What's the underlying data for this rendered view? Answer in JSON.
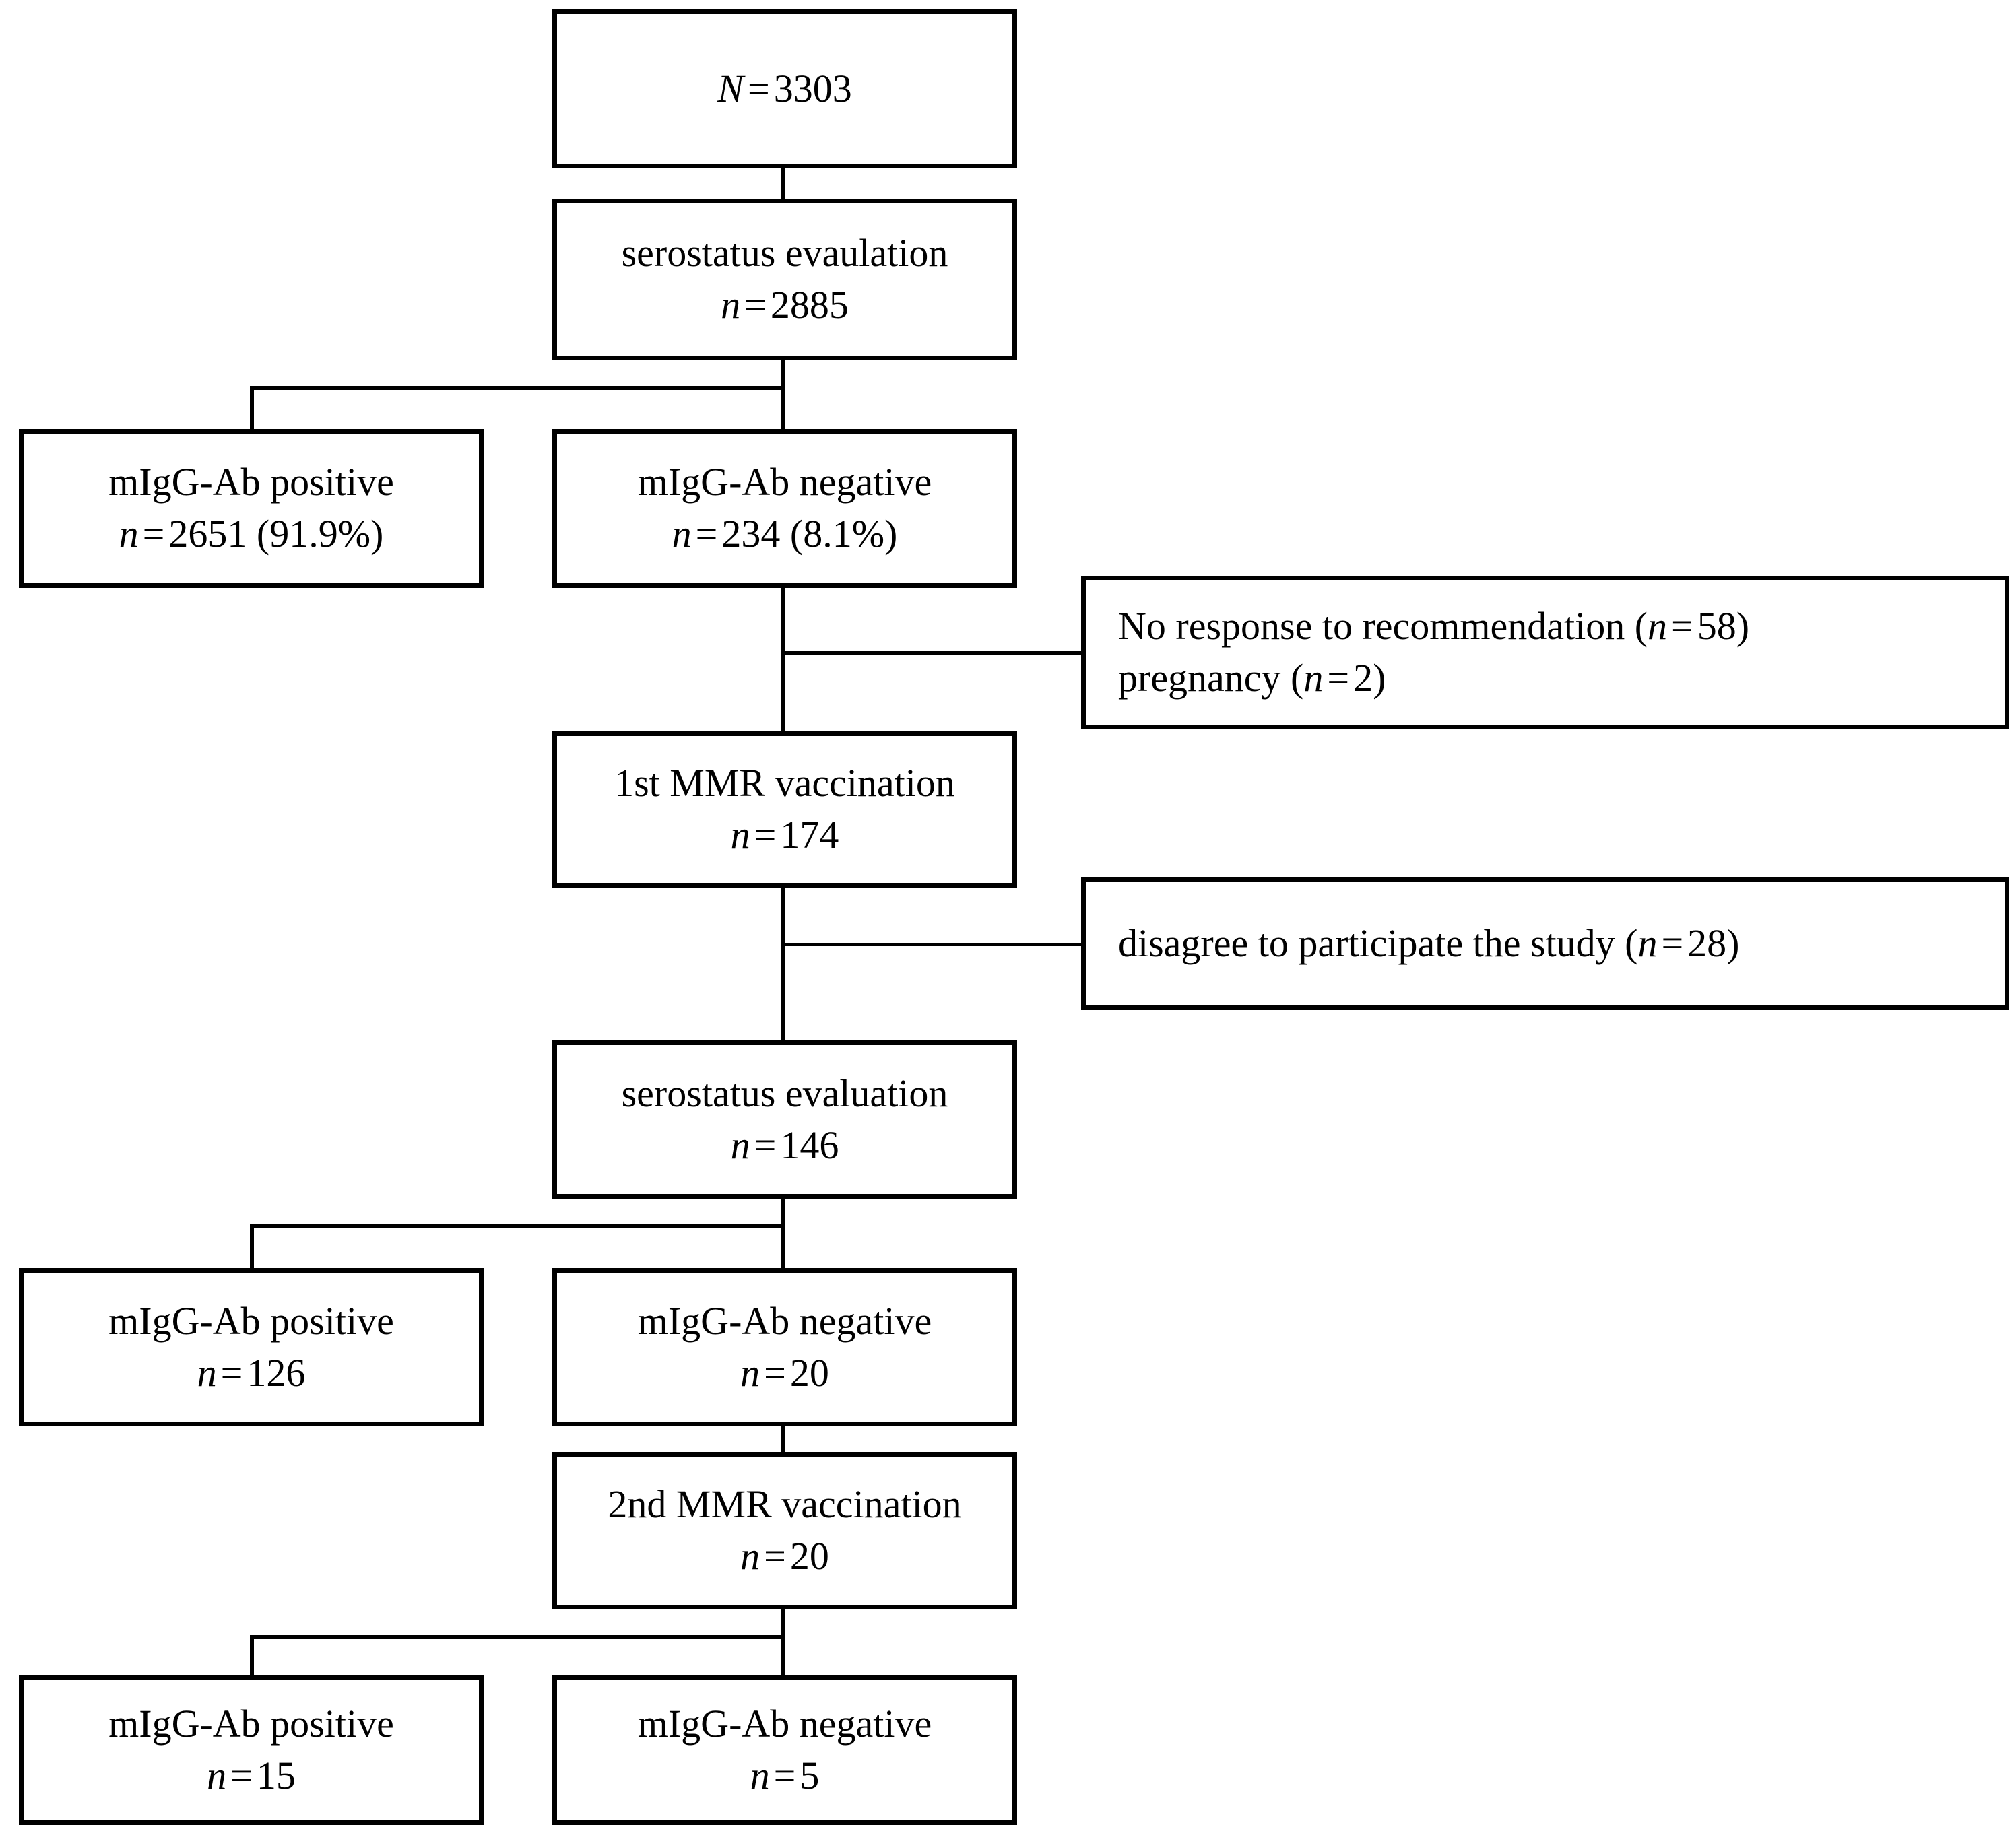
{
  "diagram": {
    "title": "Study enrollment and MMR vaccination flow",
    "type": "flowchart",
    "stroke_color": "#000000",
    "background_color": "#ffffff"
  },
  "nodes": {
    "total": {
      "line1_var": "N",
      "line1_eq": "=",
      "line1_value": "3303"
    },
    "serostatus1": {
      "label": "serostatus evaulation",
      "var": "n",
      "eq": "=",
      "value": "2885"
    },
    "positive1": {
      "label": "mIgG-Ab positive",
      "var": "n",
      "eq": "=",
      "value": "2651 (91.9%)"
    },
    "negative1": {
      "label": "mIgG-Ab negative",
      "var": "n",
      "eq": "=",
      "value": "234 (8.1%)"
    },
    "exclusion1": {
      "line1_pre": "No response to recommendation (",
      "line1_var": "n",
      "line1_eq": "=",
      "line1_value": "58",
      "line1_post": ")",
      "line2_pre": "pregnancy (",
      "line2_var": "n",
      "line2_eq": "=",
      "line2_value": "2",
      "line2_post": ")"
    },
    "mmr1": {
      "label": "1st MMR vaccination",
      "var": "n",
      "eq": "=",
      "value": "174"
    },
    "exclusion2": {
      "line1_pre": "disagree to participate the study (",
      "line1_var": "n",
      "line1_eq": "=",
      "line1_value": "28",
      "line1_post": ")"
    },
    "serostatus2": {
      "label": "serostatus evaluation",
      "var": "n",
      "eq": "=",
      "value": "146"
    },
    "positive2": {
      "label": "mIgG-Ab positive",
      "var": "n",
      "eq": "=",
      "value": "126"
    },
    "negative2": {
      "label": "mIgG-Ab negative",
      "var": "n",
      "eq": "=",
      "value": "20"
    },
    "mmr2": {
      "label": "2nd MMR vaccination",
      "var": "n",
      "eq": "=",
      "value": "20"
    },
    "positive3": {
      "label": "mIgG-Ab positive",
      "var": "n",
      "eq": "=",
      "value": "15"
    },
    "negative3": {
      "label": "mIgG-Ab negative",
      "var": "n",
      "eq": "=",
      "value": "5"
    }
  }
}
